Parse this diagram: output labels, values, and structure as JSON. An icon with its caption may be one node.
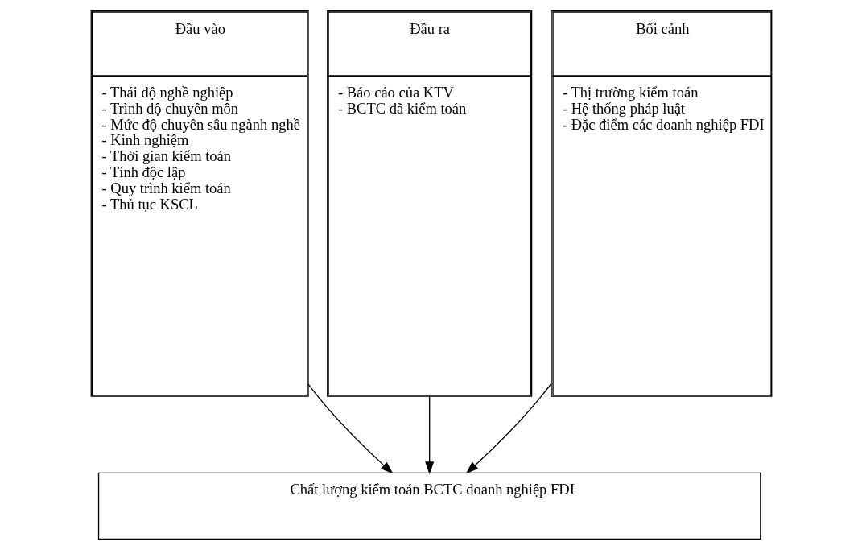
{
  "diagram": {
    "nodes": [
      {
        "text": [
          "Đầu vào",
          "- Thái độ nghề nghiệp",
          "- Trình độ chuyên môn",
          "- Mức độ chuyên sâu ngành nghề",
          "- Kinh nghiệm",
          "- Thời gian kiểm toán",
          "- Tính độc lập",
          "- Quy trình kiểm toán",
          "- Thủ tục KSCL"
        ]
      },
      {
        "text": [
          "Đầu ra",
          "- Báo cáo của KTV",
          "- BCTC đã kiểm toán"
        ]
      },
      {
        "text": [
          "Bối cảnh",
          "- Thị trường kiểm toán",
          "- Hệ thống pháp luật",
          "- Đặc điểm các doanh nghiệp FDI"
        ]
      },
      {
        "text": [
          "Chất lượng kiểm toán BCTC doanh nghiệp FDI"
        ]
      }
    ],
    "edges": [
      {
        "from": 0,
        "to": 3,
        "arrow": "to"
      },
      {
        "from": 1,
        "to": 3,
        "arrow": "to"
      },
      {
        "from": 2,
        "to": 3,
        "arrow": "to"
      }
    ]
  }
}
